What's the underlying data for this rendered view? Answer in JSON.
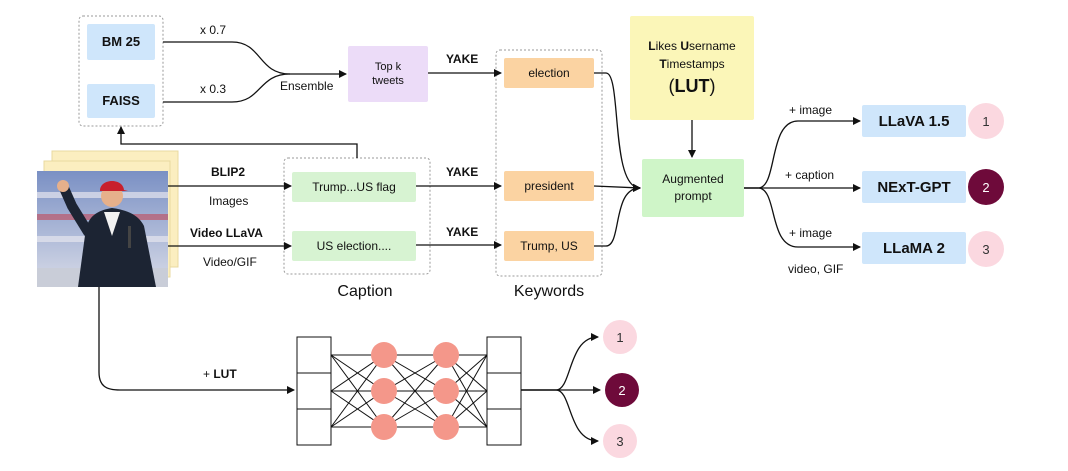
{
  "retrieval": {
    "bm25": "BM 25",
    "faiss": "FAISS",
    "weight_bm25": "x 0.7",
    "weight_faiss": "x 0.3",
    "ensemble": "Ensemble",
    "topk_line1": "Top k",
    "topk_line2": "tweets"
  },
  "yake": "YAKE",
  "captioning": {
    "blip2": "BLIP2",
    "images": "Images",
    "video_llava": "Video LLaVA",
    "video_gif": "Video/GIF",
    "caption1": "Trump...US flag",
    "caption2": "US election....",
    "group_label": "Caption"
  },
  "keywords": {
    "items": [
      "election",
      "president",
      "Trump, US"
    ],
    "group_label": "Keywords"
  },
  "lut": {
    "line1_b1": "L",
    "line1_r1": "ikes ",
    "line1_b2": "U",
    "line1_r2": "sername",
    "line2_b1": "T",
    "line2_r1": "imestamps",
    "line3_p1": "(",
    "line3_b": "LUT",
    "line3_p2": ")"
  },
  "augmented": {
    "line1": "Augmented",
    "line2": "prompt"
  },
  "models": [
    {
      "edge_label": "+ image",
      "name": "LLaVA 1.5",
      "rank": "1",
      "color": "#fbd8e0",
      "rank_text_color": "#333333"
    },
    {
      "edge_label": "+ caption",
      "name": "NExT-GPT",
      "rank": "2",
      "color": "#6e0a3a",
      "rank_text_color": "#ffffff"
    },
    {
      "edge_label": "+ image",
      "name": "LLaMA 2",
      "rank": "3",
      "color": "#fbd8e0",
      "rank_text_color": "#333333"
    }
  ],
  "models_sub_label": "video, GIF",
  "nn": {
    "input_label_plus": "+ ",
    "input_label_b": "LUT",
    "outputs": [
      {
        "rank": "1",
        "color": "#fbd8e0",
        "text_color": "#333333"
      },
      {
        "rank": "2",
        "color": "#6e0a3a",
        "text_color": "#ffffff"
      },
      {
        "rank": "3",
        "color": "#fbd8e0",
        "text_color": "#333333"
      }
    ]
  },
  "colors": {
    "blue_box": "#cfe6fb",
    "purple_box": "#ecdcf8",
    "green_box": "#d7f3d2",
    "orange_box": "#fbd3a2",
    "yellow_box": "#fbf6b8",
    "bright_green_box": "#cff5c8",
    "model_box": "#cfe6fb",
    "nn_node": "#f4978a",
    "photo_stack": "#fbeec0"
  }
}
